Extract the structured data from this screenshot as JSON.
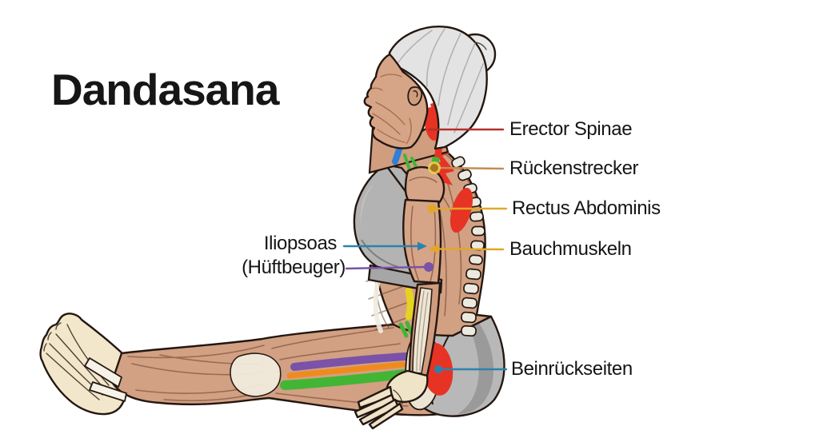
{
  "title": "Dandasana",
  "annotations": [
    {
      "id": "erector-spinae",
      "label": "Erector Spinae",
      "color_key": "red",
      "side": "right"
    },
    {
      "id": "rueckenstrecker",
      "label": "Rückenstrecker",
      "color_key": "tan",
      "side": "right"
    },
    {
      "id": "rectus-abdominis",
      "label": "Rectus Abdominis",
      "color_key": "yellow",
      "side": "right"
    },
    {
      "id": "bauchmuskeln",
      "label": "Bauchmuskeln",
      "color_key": "yellow",
      "side": "right"
    },
    {
      "id": "iliopsoas",
      "label": "Iliopsoas",
      "color_key": "blue",
      "side": "left"
    },
    {
      "id": "hueftbeuger",
      "label": "(Hüftbeuger)",
      "color_key": "purple",
      "side": "left"
    },
    {
      "id": "beinrueckseiten",
      "label": "Beinrückseiten",
      "color_key": "blue",
      "side": "right"
    }
  ],
  "leader_colors": {
    "red": "#b5302b",
    "tan": "#c28d52",
    "tan-dot": "#a9761f",
    "yellow": "#e1a72a",
    "blue": "#2d82ad",
    "purple": "#7a52a8"
  },
  "muscle_colors": {
    "red": "#e73323",
    "green": "#43b535",
    "orange": "#ef8b1d",
    "purple": "#7a52a8",
    "yellow": "#e5d31f",
    "yellowgreen": "#b8d022",
    "teal": "#2196a8",
    "scmblue": "#2f7fd6"
  },
  "text_colors": {
    "title": "#161616",
    "label": "#151515"
  }
}
